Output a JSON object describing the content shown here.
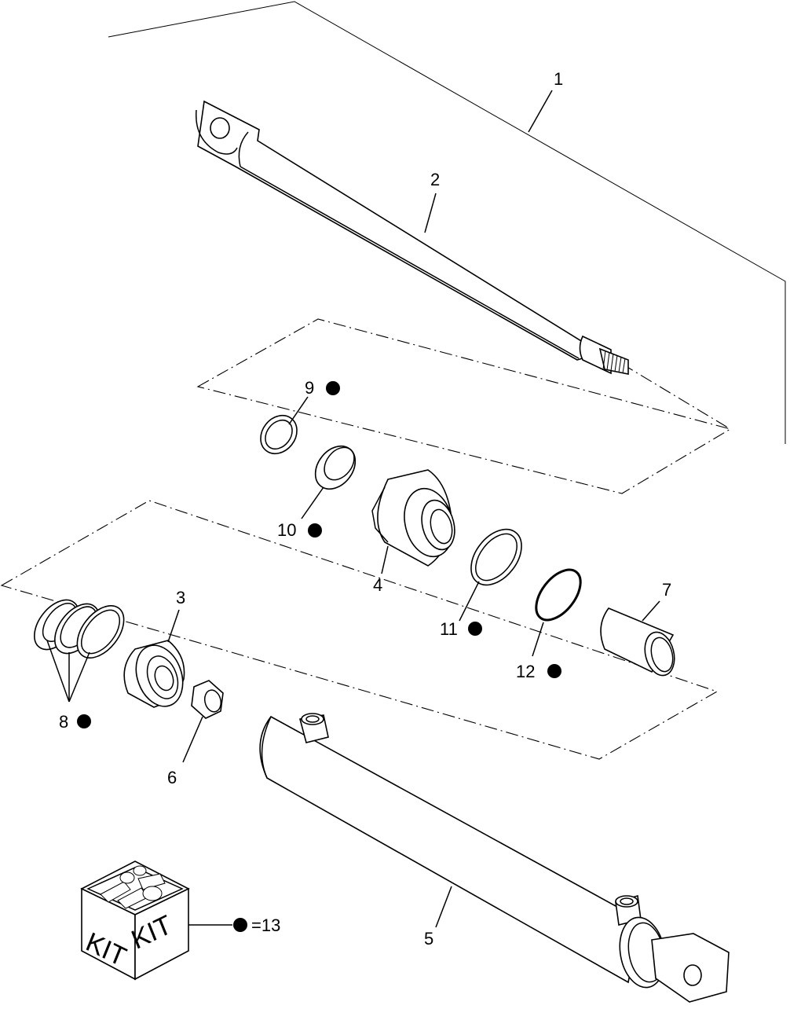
{
  "callouts": {
    "c1": "1",
    "c2": "2",
    "c3": "3",
    "c4": "4",
    "c5": "5",
    "c6": "6",
    "c7": "7",
    "c8": "8",
    "c9": "9",
    "c10": "10",
    "c11": "11",
    "c12": "12"
  },
  "kit": {
    "label_left": "KIT",
    "label_right": "KIT",
    "legend": "=13"
  },
  "colors": {
    "line": "#000000",
    "background": "#ffffff"
  },
  "icons": [
    "kit-box-icon",
    "kit-bullet-icon"
  ]
}
